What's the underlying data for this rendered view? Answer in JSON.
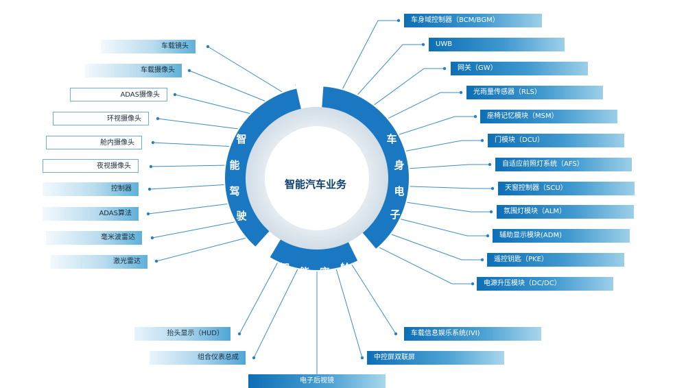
{
  "center": {
    "title": "智能汽车业务"
  },
  "segments": {
    "driving": [
      "智",
      "能",
      "驾",
      "驶"
    ],
    "body": [
      "车",
      "身",
      "电",
      "子"
    ],
    "cockpit": [
      "智",
      "能",
      "座",
      "舱"
    ]
  },
  "left_items": [
    "车载镜头",
    "车载摄像头",
    "ADAS摄像头",
    "环视摄像头",
    "舱内摄像头",
    "夜视摄像头",
    "控制器",
    "ADAS算法",
    "毫米波雷达",
    "激光雷达"
  ],
  "right_items": [
    "车身域控制器（BCM/BGM）",
    "UWB",
    "网关（GW）",
    "光雨量传感器（RLS）",
    "座椅记忆模块（MSM）",
    "门模块（DCU）",
    "自适应前照灯系统（AFS）",
    "天窗控制器（SCU）",
    "氛围灯模块（ALM）",
    "辅助显示模块(ADM)",
    "遥控钥匙（PKE）",
    "电源升压模块（DC/DC）"
  ],
  "bottom_items": [
    "抬头显示（HUD）",
    "组合仪表总成",
    "电子后视镜",
    "车载信息娱乐系统(IVI)",
    "中控屏双联屏"
  ],
  "colors": {
    "ring": "#1a78c2",
    "ring_light": "#e6edf3",
    "line": "#3a8cc8",
    "dot": "#2a7fc0"
  }
}
